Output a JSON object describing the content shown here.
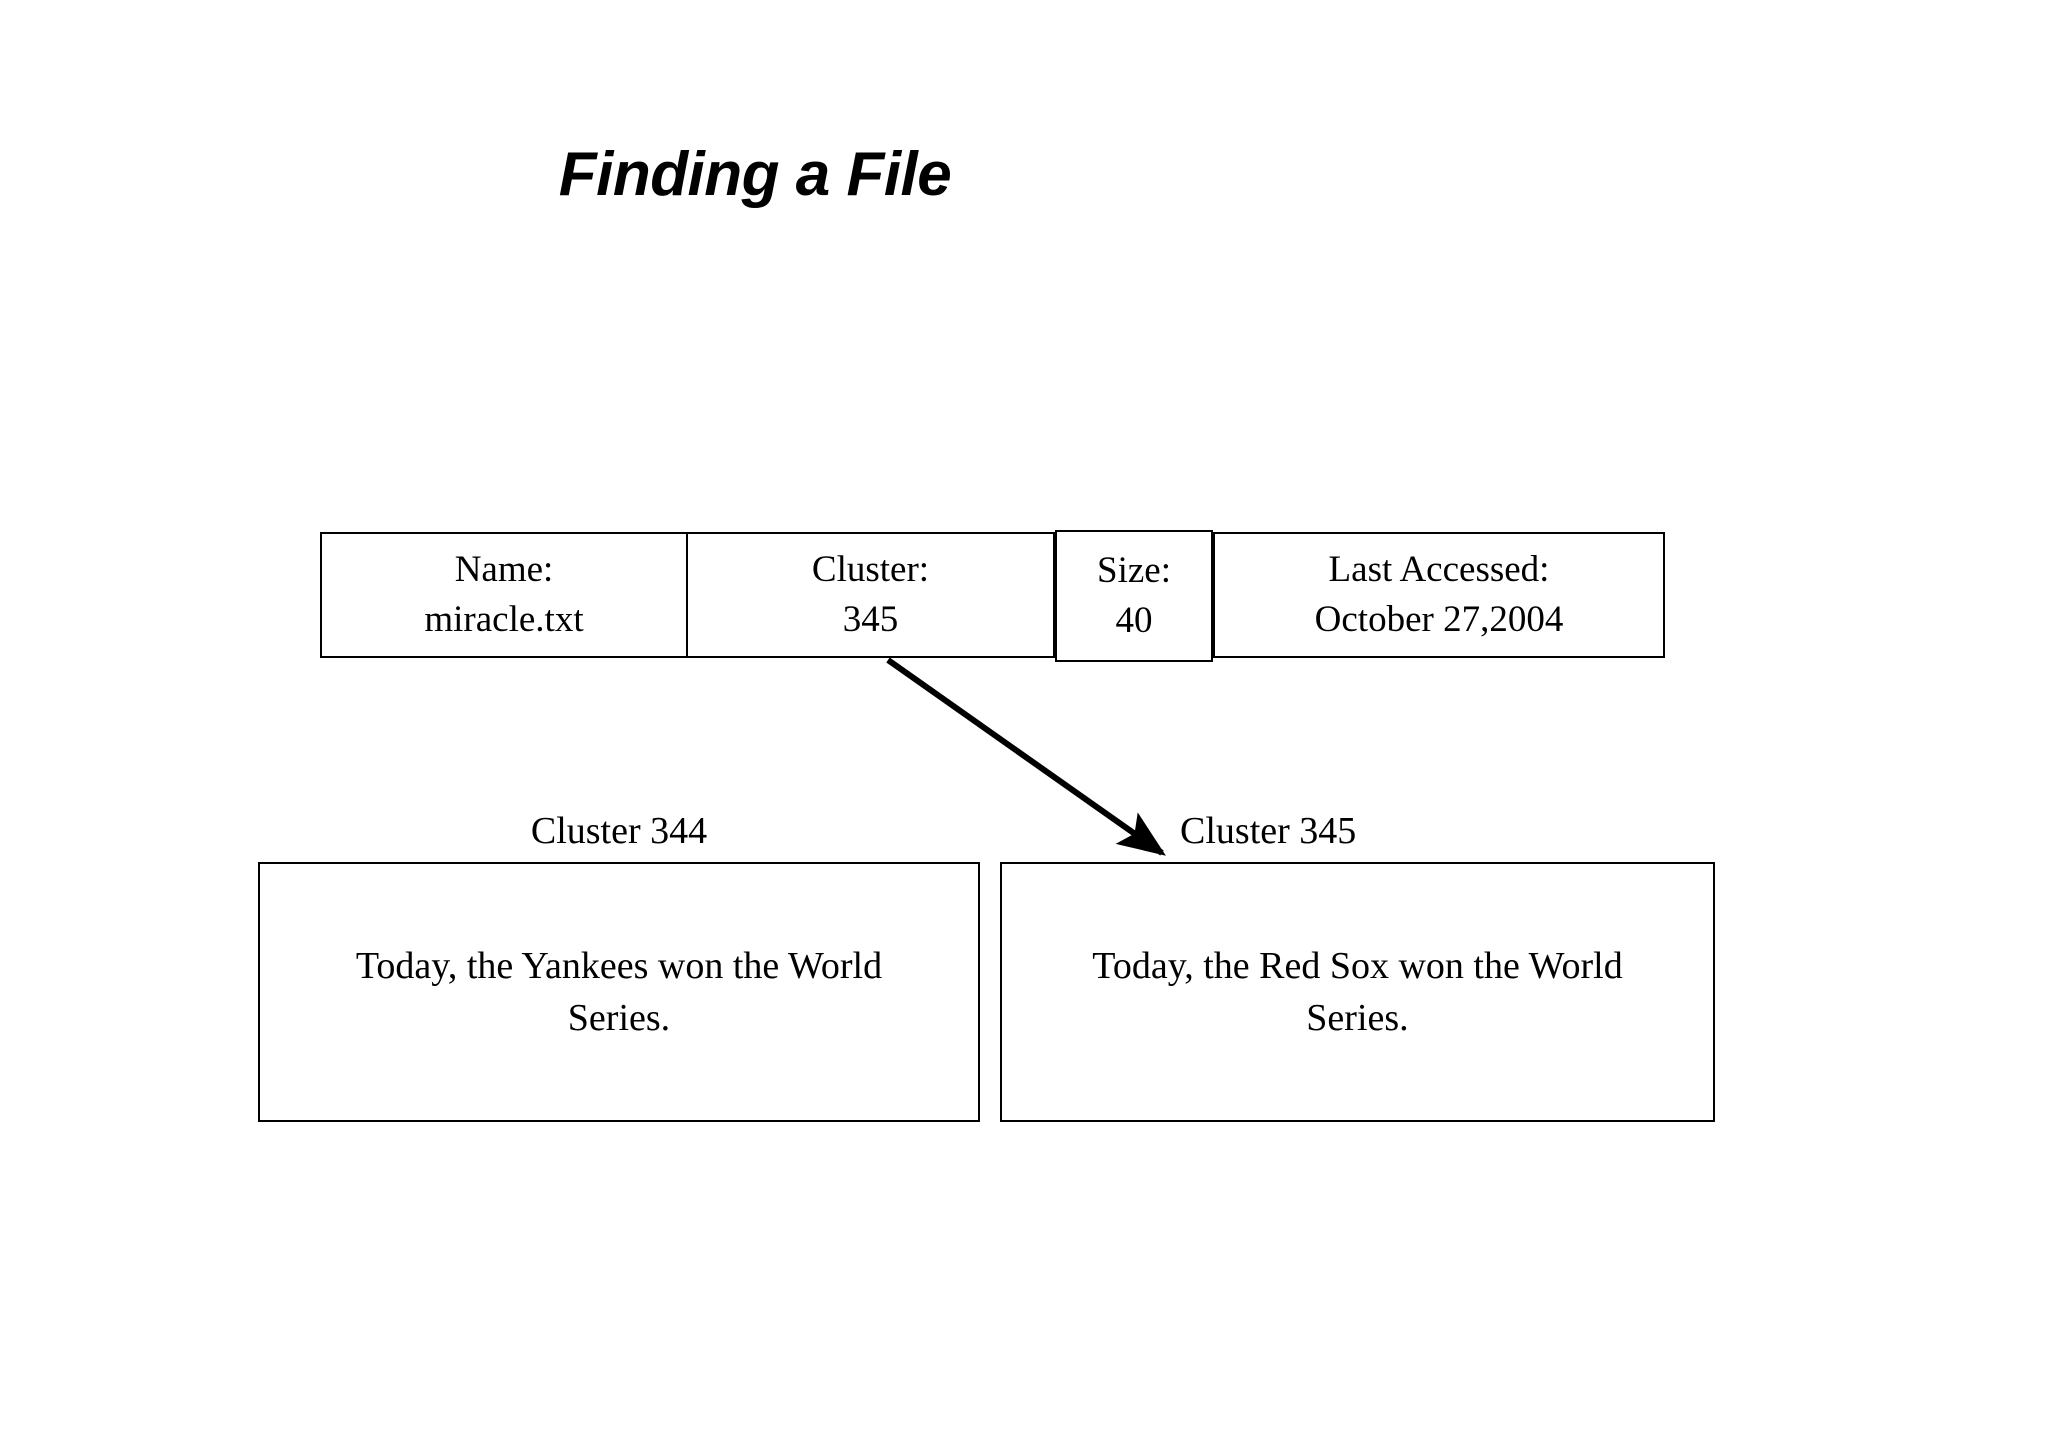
{
  "slide": {
    "title": "Finding a File",
    "background_color": "#ffffff",
    "text_color": "#000000"
  },
  "directory_entry": {
    "name_label": "Name:",
    "name_value": "miracle.txt",
    "cluster_label": "Cluster:",
    "cluster_value": "345",
    "size_label": "Size:",
    "size_value": "40",
    "accessed_label": "Last Accessed:",
    "accessed_value": "October 27,2004"
  },
  "arrow": {
    "semantic": "arrow-from-cluster-field-to-cluster-345-box",
    "color": "#000000"
  },
  "clusters": [
    {
      "label": "Cluster 344",
      "content": "Today, the Yankees won the World Series."
    },
    {
      "label": "Cluster 345",
      "content": "Today, the Red Sox won the World Series."
    }
  ]
}
